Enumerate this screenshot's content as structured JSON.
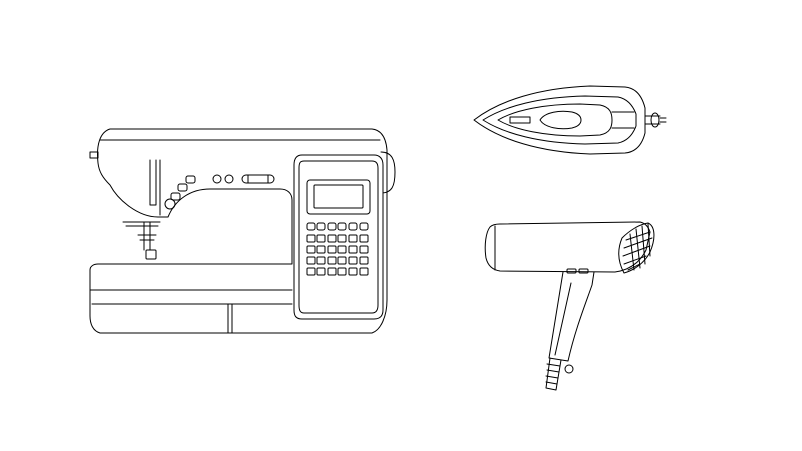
{
  "drawing": {
    "line_color": "#000000",
    "background": "#ffffff",
    "objects": [
      {
        "id": "sewing-machine",
        "icon": "sewing-machine-icon"
      },
      {
        "id": "clothes-iron",
        "icon": "iron-icon"
      },
      {
        "id": "hair-dryer",
        "icon": "hair-dryer-icon"
      }
    ]
  }
}
